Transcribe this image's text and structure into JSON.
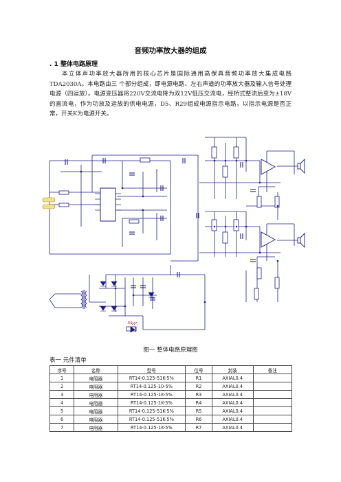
{
  "doc": {
    "title": "音频功率放大器的组成",
    "section_heading": ". 1  整体电路原理",
    "paragraph": "本立体声功率放大器所用的核心芯片是国际通用高保真音频功率放大集成电路TDA2030A。本电路由三  个部分组成，即电源电路、左右声道的功率放大器及输入信号处理电源（四运放）。电源变压器将220V交流电降为双12V低压交流电，经桥式整流后变为±18V 的直流电，作为功放及运放的供电电源，D5、R29组成电源指示电路，以指示电源是否正常，开关K为电源开关。",
    "figure_caption": "图一    整体电路原理图",
    "table_title": "表一  元件清单"
  },
  "schematic": {
    "led_label": "R9"
  },
  "parts_table": {
    "headers": [
      "序号",
      "名称",
      "型号",
      "位号",
      "封装",
      "备注"
    ],
    "rows": [
      [
        "1",
        "电阻器",
        "RT14-0.125-51K-5%",
        "R1",
        "AXIAL0.4",
        ""
      ],
      [
        "2",
        "电阻器",
        "RT14-0.125-10-5%",
        "R2",
        "AXIAL0.4",
        ""
      ],
      [
        "3",
        "电阻器",
        "RT14-0.125-1K-5%",
        "R3",
        "AXIAL0.4",
        ""
      ],
      [
        "4",
        "电阻器",
        "RT14-0.125-1K-5%",
        "R4",
        "AXIAL0.4",
        ""
      ],
      [
        "5",
        "电阻器",
        "RT14-0.125-51K-5%",
        "R5",
        "AXIAL0.4",
        ""
      ],
      [
        "6",
        "电阻器",
        "RT14-0.125-51K-5%",
        "R6",
        "AXIAL0.4",
        ""
      ],
      [
        "7",
        "电阻器",
        "RT14-0.125-1K-5%",
        "R7",
        "AXIAL0.4",
        ""
      ]
    ]
  }
}
